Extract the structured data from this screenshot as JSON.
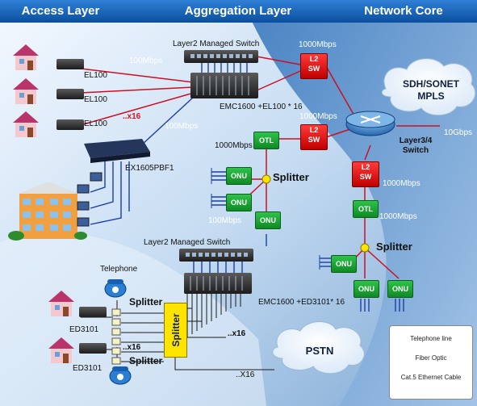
{
  "headers": {
    "access": "Access Layer",
    "aggregation": "Aggregation Layer",
    "core": "Network Core"
  },
  "labels": {
    "l2_switch_top": "Layer2 Managed Switch",
    "l2_switch_bottom": "Layer2 Managed Switch",
    "rate_100_top": "100Mbps",
    "rate_100_mid": "100Mbps",
    "rate_100_onu": "100Mbps",
    "rate_1000_top": "1000Mbps",
    "rate_1000_mid": "1000Mbps",
    "rate_1000_otl": "1000Mbps",
    "rate_1000_right1": "1000Mbps",
    "rate_1000_right2": "1000Mbps",
    "rate_10g": "10Gbps",
    "el100_1": "EL100",
    "el100_2": "EL100",
    "el100_3": "EL100",
    "x16_red": "..x16",
    "emc_top": "EMC1600 +EL100 * 16",
    "ex1605": "EX1605PBF1",
    "otl_mid": "OTL",
    "otl_right": "OTL",
    "splitter_mid": "Splitter",
    "splitter_right": "Splitter",
    "onu_1": "ONU",
    "onu_2": "ONU",
    "onu_3": "ONU",
    "onu_4": "ONU",
    "onu_5": "ONU",
    "onu_6": "ONU",
    "l2sw_1": [
      "L2",
      "SW"
    ],
    "l2sw_2": [
      "L2",
      "SW"
    ],
    "l2sw_3": [
      "L2",
      "SW"
    ],
    "router_label": "Layer3/4 Switch",
    "cloud_sdh": "SDH/SONET",
    "cloud_mpls": "MPLS",
    "pstn": "PSTN",
    "telephone": "Telephone",
    "splitter_tel1": "Splitter",
    "splitter_tel2": "Splitter",
    "splitter_box": "Splitter",
    "emc_bottom": "EMC1600 +ED3101* 16",
    "x16_a": "..x16",
    "x16_b": "..x16",
    "x16_c": "..X16",
    "ed3101_1": "ED3101",
    "ed3101_2": "ED3101"
  },
  "legend": {
    "telephone": "Telephone line",
    "fiber": "Fiber Optic",
    "cat5": "Cat.5 Ethernet Cable"
  },
  "colors": {
    "header_bg": "#0d5db3",
    "telephone_line": "#1a1a1a",
    "fiber": "#cc1020",
    "cat5": "#1a3fa8",
    "onu": "#16a832",
    "l2sw": "#e01010",
    "splitter": "#ffe400"
  }
}
